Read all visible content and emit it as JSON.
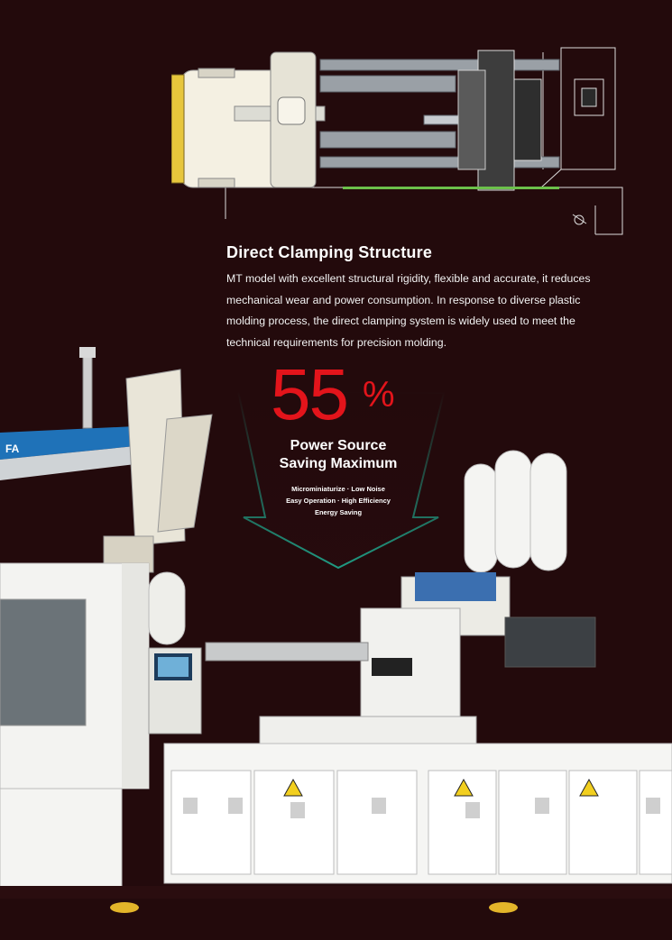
{
  "section": {
    "title": "Direct Clamping Structure",
    "description_lines": [
      "MT model with excellent structural rigidity, flexible and accurate, it reduces",
      "mechanical wear and power consumption. In response to diverse plastic",
      "molding process, the direct clamping system is widely used to meet the",
      "technical requirements for precision molding."
    ]
  },
  "stat": {
    "value": "55",
    "unit": "%",
    "headline_line1": "Power Source",
    "headline_line2": "Saving Maximum",
    "features": [
      "Microminiaturize · Low Noise",
      "Easy Operation · High Efficiency",
      "Energy Saving"
    ]
  },
  "machine_label": "FA",
  "colors": {
    "background": "#230a0c",
    "accent_red": "#e3141b",
    "arrow_green": "#1f9a82",
    "drawing_line": "#ffffff",
    "drawing_green": "#6cc04a"
  }
}
